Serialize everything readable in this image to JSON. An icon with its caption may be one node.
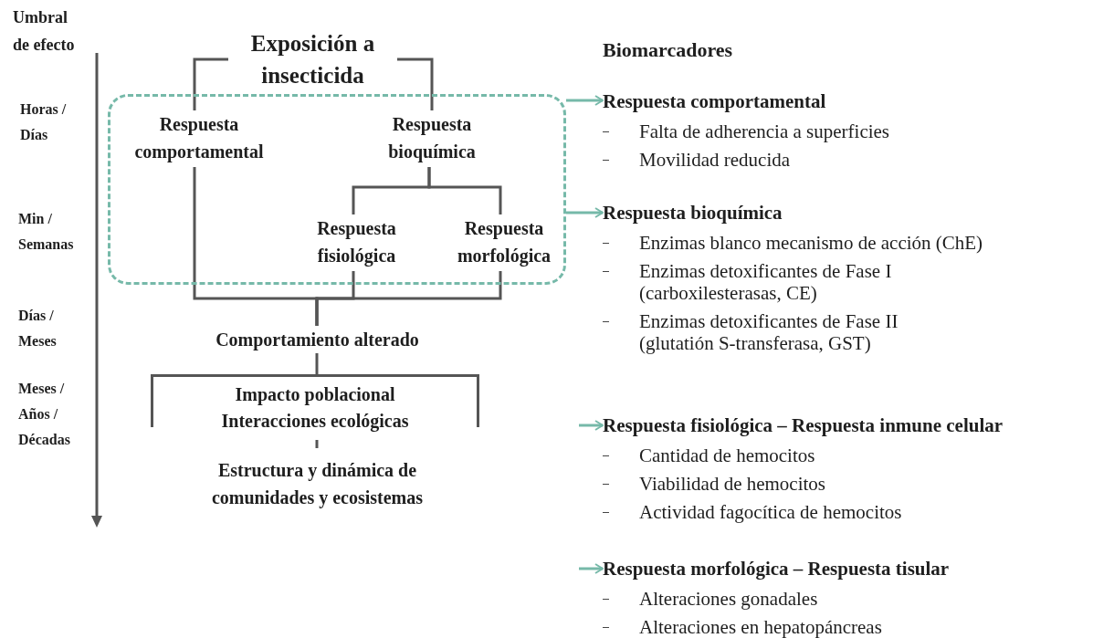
{
  "diagram": {
    "nodes": [
      {
        "text": [
          "Exposición a insecticida"
        ]
      },
      {
        "text": [],
        "shape": "box"
      },
      {
        "text": [
          "Respuesta comportamental"
        ],
        "in": 1
      },
      {
        "text": [
          "Respuesta bioquímica"
        ],
        "in": 1
      },
      {
        "text": [
          "Respuesta fisiológica"
        ],
        "in": 1
      },
      {
        "text": [
          "Respuesta morfológica"
        ],
        "in": 1
      },
      {
        "text": [
          "Comportamiento alterado"
        ]
      },
      {
        "text": [
          "Impacto poblacional Interacciones ecológicas"
        ]
      },
      {
        "text": [
          "Estructura y dinámica de comunidades y ecosistemas"
        ]
      },
      {
        "text": [
          "Respuesta comportamental",
          "Falta de adherencia a superficies",
          "Movilidad reducida"
        ]
      },
      {
        "text": [
          "Respuesta bioquímica",
          "Enzimas blanco mecanismo de acción (ChE)",
          "Enzimas detoxificantes de Fase I (carboxilesterasas, CE)",
          "Enzimas detoxificantes de Fase II (glutatión S-transferasa, GST)"
        ]
      },
      {
        "text": [
          "Respuesta fisiológica – Respuesta inmune celular",
          "Cantidad de hemocitos",
          "Viabilidad de hemocitos",
          "Actividad fagocítica de hemocitos"
        ]
      },
      {
        "text": [
          "Respuesta morfológica – Respuesta tisular",
          "Alteraciones gonadales",
          "Alteraciones en hepatopáncreas"
        ]
      }
    ],
    "edges": [
      {
        "from": 0,
        "to": 2,
        "arrow": "none"
      },
      {
        "from": 0,
        "to": 3,
        "arrow": "none"
      },
      {
        "from": 3,
        "to": 4,
        "arrow": "none"
      },
      {
        "from": 3,
        "to": 5,
        "arrow": "none"
      },
      {
        "from": 2,
        "to": 6,
        "arrow": "none"
      },
      {
        "from": 4,
        "to": 6,
        "arrow": "none"
      },
      {
        "from": 5,
        "to": 6,
        "arrow": "none"
      },
      {
        "from": 6,
        "to": 7,
        "arrow": "none"
      },
      {
        "from": 7,
        "to": 8,
        "arrow": "none",
        "style": "dashed"
      },
      {
        "from": 1,
        "to": 9,
        "arrow": "to",
        "color": "#76b9a9"
      },
      {
        "from": 1,
        "to": 10,
        "arrow": "to",
        "color": "#76b9a9"
      },
      {
        "from": null,
        "to": 11,
        "arrow": "to",
        "color": "#76b9a9"
      },
      {
        "from": null,
        "to": 12,
        "arrow": "to",
        "color": "#76b9a9"
      }
    ],
    "labels": [
      "Umbral de efecto",
      "Horas / Días",
      "Min / Semanas",
      "Días / Meses",
      "Meses / Años / Décadas",
      "Biomarcadores"
    ]
  }
}
